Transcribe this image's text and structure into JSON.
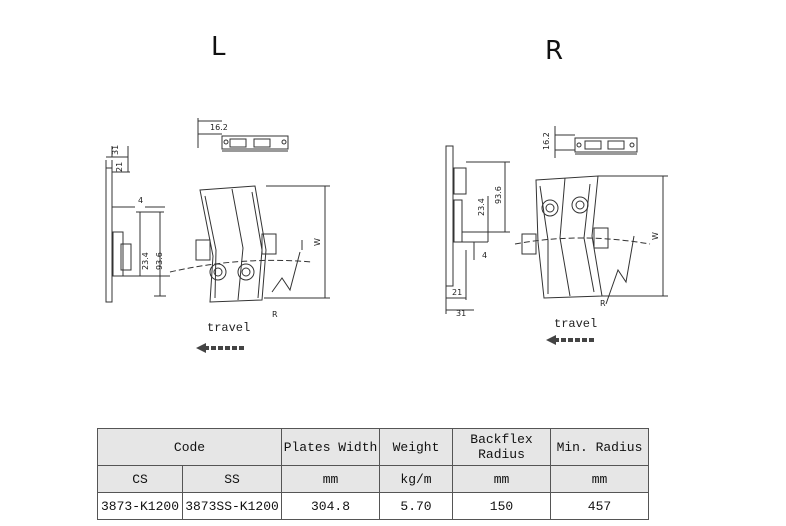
{
  "diagram": {
    "left_label": "L",
    "right_label": "R",
    "travel_label": "travel",
    "left_dims": {
      "d1": "16.2",
      "d2": "31",
      "d3": "21",
      "d4": "4",
      "d5": "23.4",
      "d6": "93.6",
      "d7": "W",
      "d8": "R"
    },
    "right_dims": {
      "d1": "16.2",
      "d2": "93.6",
      "d3": "23.4",
      "d4": "4",
      "d5": "21",
      "d6": "31",
      "d7": "W",
      "d8": "R"
    }
  },
  "table": {
    "headers": {
      "code": "Code",
      "plates_width": "Plates Width",
      "weight": "Weight",
      "backflex": "Backflex Radius",
      "min_radius": "Min. Radius"
    },
    "subheaders": {
      "cs": "CS",
      "ss": "SS",
      "pw_unit": "mm",
      "weight_unit": "kg/m",
      "backflex_unit": "mm",
      "min_radius_unit": "mm"
    },
    "row": {
      "cs": "3873-K1200",
      "ss": "3873SS-K1200",
      "plates_width": "304.8",
      "weight": "5.70",
      "backflex": "150",
      "min_radius": "457"
    }
  }
}
